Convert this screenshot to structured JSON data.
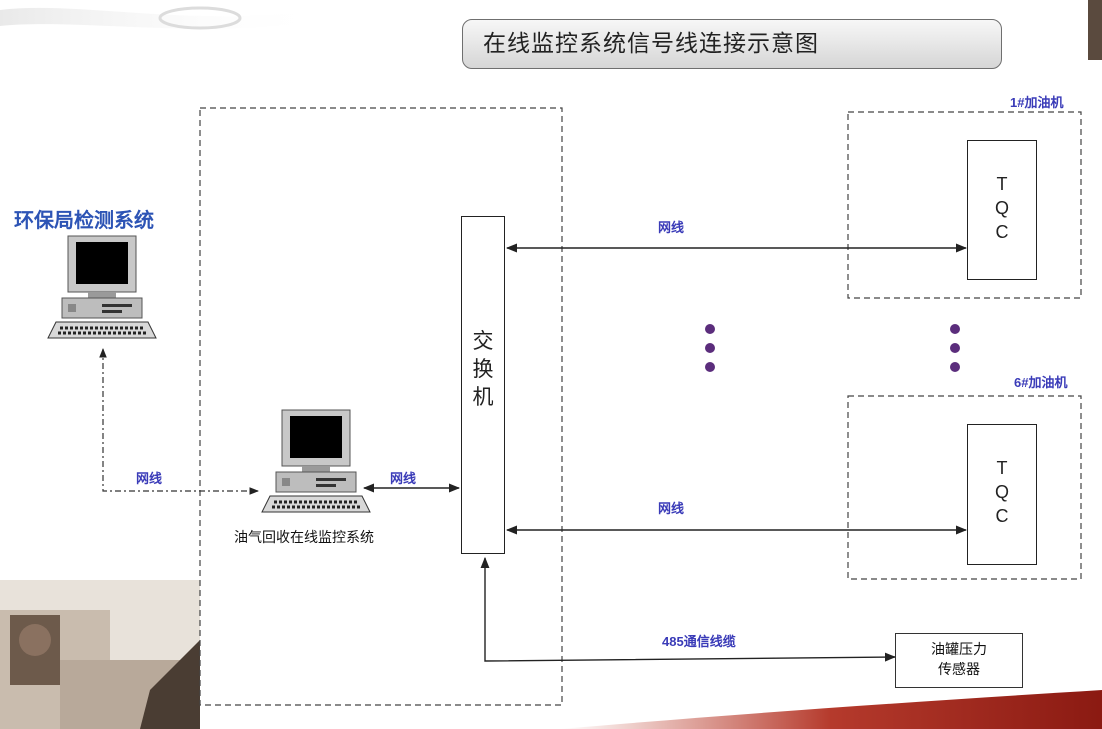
{
  "title": "在线监控系统信号线连接示意图",
  "env_system": {
    "label": "环保局检测系统"
  },
  "monitor_pc": {
    "label": "油气回收在线监控系统"
  },
  "switch": {
    "label_chars": [
      "交",
      "换",
      "机"
    ]
  },
  "dispensers": [
    {
      "label": "1#加油机",
      "controller": [
        "T",
        "Q",
        "C"
      ]
    },
    {
      "label": "6#加油机",
      "controller": [
        "T",
        "Q",
        "C"
      ]
    }
  ],
  "sensor": {
    "line1": "油罐压力",
    "line2": "传感器"
  },
  "links": {
    "env_to_monitor": "网线",
    "monitor_to_switch": "网线",
    "switch_to_dispenser1": "网线",
    "switch_to_dispenser6": "网线",
    "sensor_to_switch": "485通信线缆"
  },
  "colors": {
    "label_blue": "#3a3bb8",
    "env_title_blue": "#2d54b5",
    "ellipsis_purple": "#5b2d7c"
  }
}
